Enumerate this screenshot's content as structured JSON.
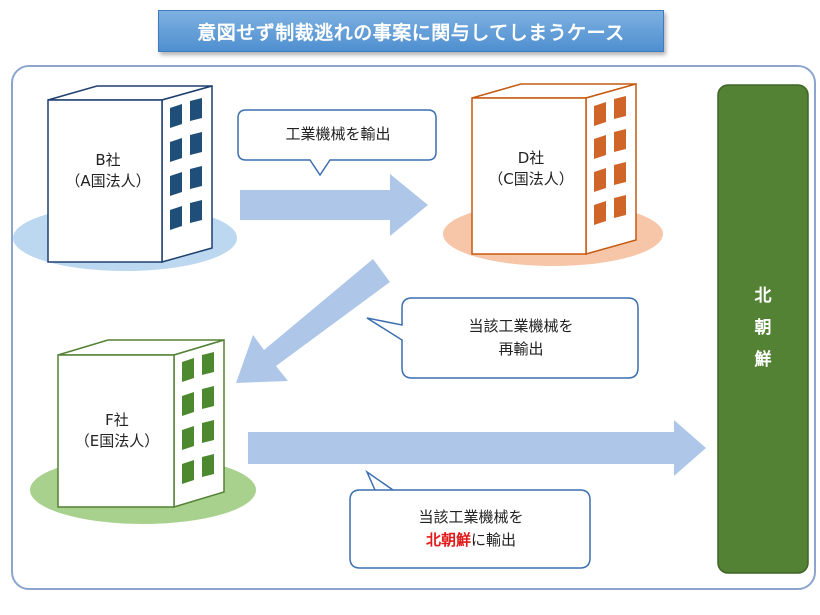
{
  "title": "意図せず制裁逃れの事案に関与してしまうケース",
  "companies": {
    "b": {
      "name": "B社",
      "country": "（A国法人）"
    },
    "d": {
      "name": "D社",
      "country": "（C国法人）"
    },
    "f": {
      "name": "F社",
      "country": "（E国法人）"
    }
  },
  "callouts": {
    "export1": "工業機械を輸出",
    "reexport_line1": "当該工業機械を",
    "reexport_line2": "再輸出",
    "nk_line1": "当該工業機械を",
    "nk_highlight": "北朝鮮",
    "nk_line2_suffix": "に輸出"
  },
  "destination": {
    "chars": [
      "北",
      "朝",
      "鮮"
    ]
  },
  "colors": {
    "title_bg": "#5b9bd5",
    "frame": "#8ba5cf",
    "arrow": "#aec7e8",
    "b_building": "#1f3f6e",
    "d_building": "#d0652a",
    "f_building": "#4d8a2f",
    "north_korea_bar": "#548235",
    "highlight": "#e01b1b"
  }
}
